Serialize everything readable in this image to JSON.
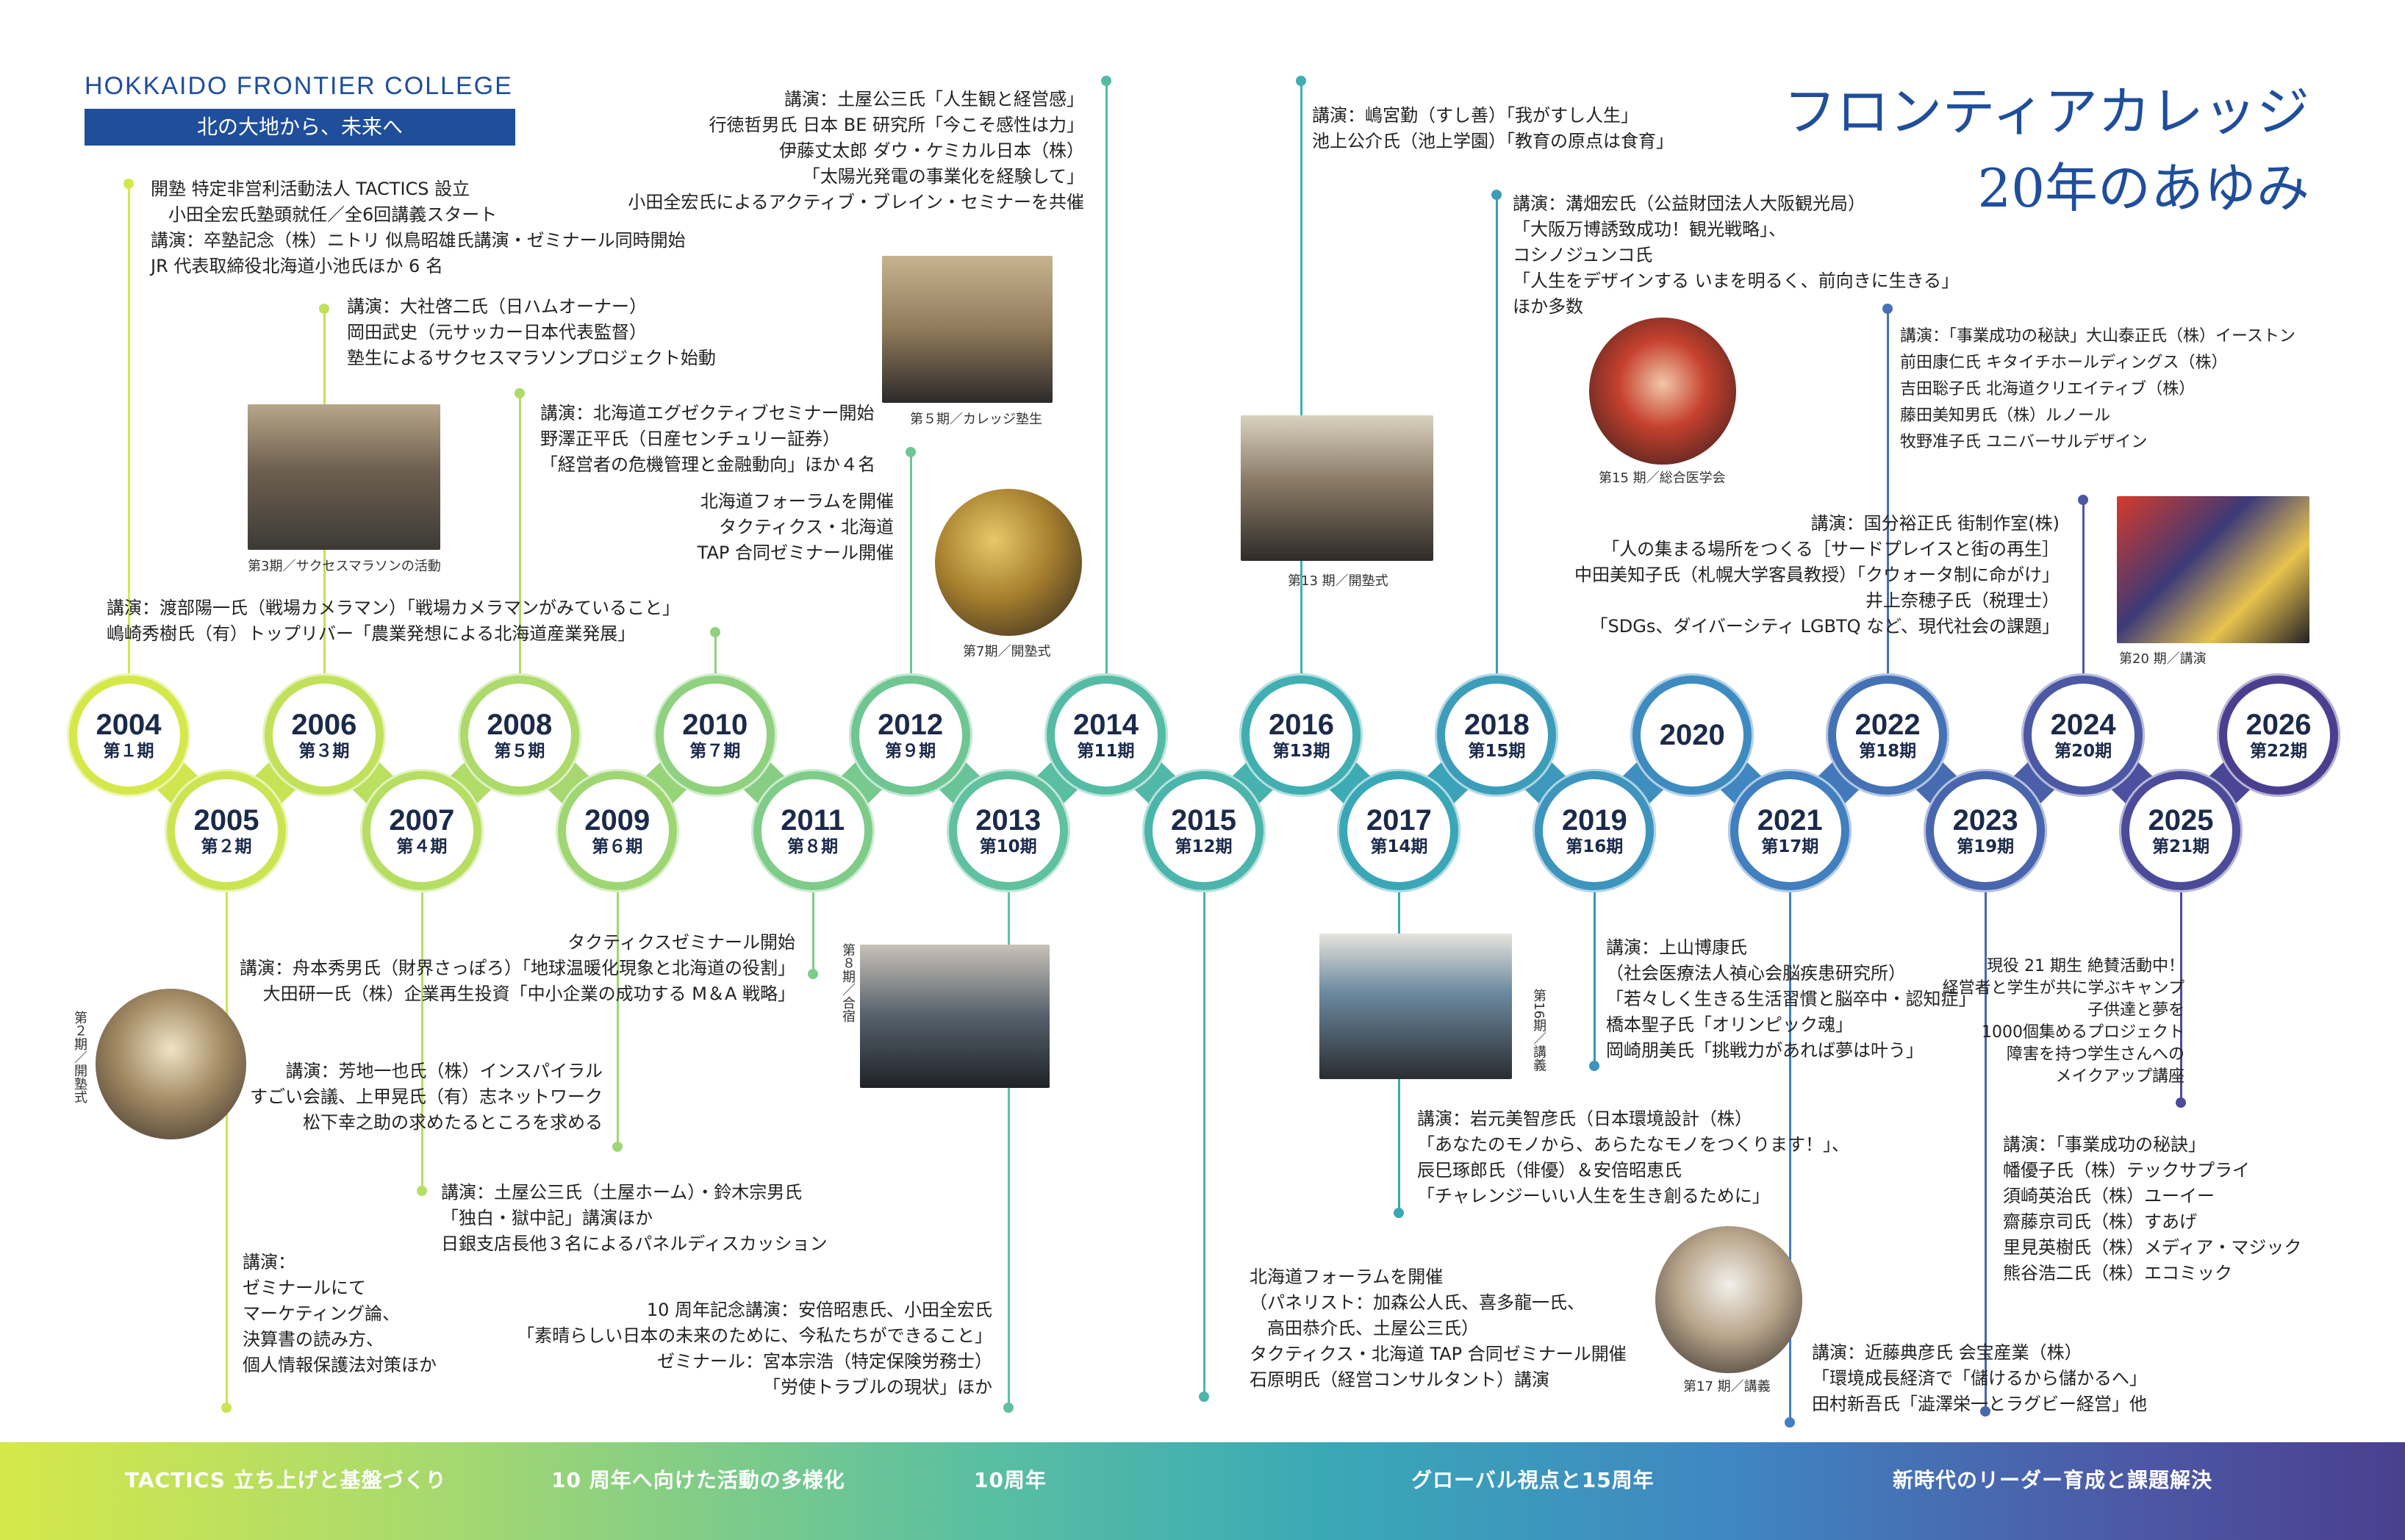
{
  "brand": {
    "name": "HOKKAIDO FRONTIER COLLEGE",
    "tagline": "北の大地から、未来へ"
  },
  "title": {
    "line1": "フロンティアカレッジ",
    "line2": "20年のあゆみ"
  },
  "timeline": [
    {
      "year": "2004",
      "period": "第１期"
    },
    {
      "year": "2005",
      "period": "第２期"
    },
    {
      "year": "2006",
      "period": "第３期"
    },
    {
      "year": "2007",
      "period": "第４期"
    },
    {
      "year": "2008",
      "period": "第５期"
    },
    {
      "year": "2009",
      "period": "第６期"
    },
    {
      "year": "2010",
      "period": "第７期"
    },
    {
      "year": "2011",
      "period": "第８期"
    },
    {
      "year": "2012",
      "period": "第９期"
    },
    {
      "year": "2013",
      "period": "第10期"
    },
    {
      "year": "2014",
      "period": "第11期"
    },
    {
      "year": "2015",
      "period": "第12期"
    },
    {
      "year": "2016",
      "period": "第13期"
    },
    {
      "year": "2017",
      "period": "第14期"
    },
    {
      "year": "2018",
      "period": "第15期"
    },
    {
      "year": "2019",
      "period": "第16期"
    },
    {
      "year": "2020",
      "period": ""
    },
    {
      "year": "2021",
      "period": "第17期"
    },
    {
      "year": "2022",
      "period": "第18期"
    },
    {
      "year": "2023",
      "period": "第19期"
    },
    {
      "year": "2024",
      "period": "第20期"
    },
    {
      "year": "2025",
      "period": "第21期"
    },
    {
      "year": "2026",
      "period": "第22期"
    }
  ],
  "annotations": {
    "y2004": [
      "開塾 特定非営利活動法人 TACTICS 設立",
      "　小田全宏氏塾頭就任／全6回講義スタート",
      "講演：卒塾記念（株）ニトリ 似鳥昭雄氏講演・ゼミナール同時開始",
      "JR 代表取締役北海道小池氏ほか 6 名"
    ],
    "y2006": [
      "講演：大社啓二氏（日ハムオーナー）",
      "岡田武史（元サッカー日本代表監督）",
      "塾生によるサクセスマラソンプロジェクト始動"
    ],
    "y2008_top": [
      "講演：渡部陽一氏（戦場カメラマン）「戦場カメラマンがみていること」",
      "嶋崎秀樹氏（有）トップリバー「農業発想による北海道産業発展」"
    ],
    "y2009": [
      "講演：北海道エグゼクティブセミナー開始",
      "野澤正平氏（日産センチュリー証券）",
      "「経営者の危機管理と金融動向」ほか４名"
    ],
    "y2010": [
      "北海道フォーラムを開催",
      "タクティクス・北海道",
      "TAP 合同ゼミナール開催"
    ],
    "y2014": [
      "講演：土屋公三氏「人生観と経営感」",
      "行徳哲男氏 日本 BE 研究所「今こそ感性は力」",
      "伊藤丈太郎 ダウ・ケミカル日本（株）",
      "「太陽光発電の事業化を経験して」",
      "小田全宏氏によるアクティブ・ブレイン・セミナーを共催"
    ],
    "y2016": [
      "講演：嶋宮勤（すし善）「我がすし人生」",
      "池上公介氏（池上学園）「教育の原点は食育」"
    ],
    "y2018": [
      "講演：溝畑宏氏（公益財団法人大阪観光局）",
      "「大阪万博誘致成功！観光戦略」、",
      "コシノジュンコ氏",
      "「人生をデザインする いまを明るく、前向きに生きる」",
      "ほか多数"
    ],
    "y2022": [
      "講演：「事業成功の秘訣」大山泰正氏（株）イーストン",
      "前田康仁氏 キタイチホールディングス（株）",
      "吉田聡子氏 北海道クリエイティブ（株）",
      "藤田美知男氏（株）ルノール",
      "牧野准子氏 ユニバーサルデザイン"
    ],
    "y2024": [
      "講演：国分裕正氏 街制作室(株)",
      "「人の集まる場所をつくる［サードプレイスと街の再生］",
      "中田美知子氏（札幌大学客員教授）「クウォータ制に命がけ」",
      "井上奈穂子氏（税理士）",
      "「SDGs、ダイバーシティ LGBTQ など、現代社会の課題」"
    ],
    "y2005": [
      "講演：",
      "ゼミナールにて",
      "マーケティング論、",
      "決算書の読み方、",
      "個人情報保護法対策ほか"
    ],
    "y2007": [
      "講演：土屋公三氏（土屋ホーム）・鈴木宗男氏",
      "「独白・獄中記」講演ほか",
      "日銀支店長他３名によるパネルディスカッション"
    ],
    "y2009_b": [
      "講演：芳地一也氏（株）インスパイラル",
      "すごい会議、上甲晃氏（有）志ネットワーク",
      "松下幸之助の求めたるところを求める"
    ],
    "y2011": [
      "タクティクスゼミナール開始",
      "講演：舟本秀男氏（財界さっぽろ）「地球温暖化現象と北海道の役割」",
      "大田研一氏（株）企業再生投資「中小企業の成功する M＆A 戦略」"
    ],
    "y2013": [
      "10 周年記念講演：安倍昭恵氏、小田全宏氏",
      "「素晴らしい日本の未来のために、今私たちができること」",
      "ゼミナール：宮本宗浩（特定保険労務士）",
      "「労使トラブルの現状」ほか"
    ],
    "y2015": [
      "北海道フォーラムを開催",
      "（パネリスト：加森公人氏、喜多龍一氏、",
      "　高田恭介氏、土屋公三氏）",
      "タクティクス・北海道 TAP 合同ゼミナール開催",
      "石原明氏（経営コンサルタント）講演"
    ],
    "y2017": [
      "講演：岩元美智彦氏（日本環境設計（株）",
      "「あなたのモノから、あらたなモノをつくります！」、",
      "辰巳琢郎氏（俳優）＆安倍昭恵氏",
      "「チャレンジーいい人生を生き創るために」"
    ],
    "y2019": [
      "講演：上山博康氏",
      "（社会医療法人禎心会脳疾患研究所）",
      "「若々しく生きる生活習慣と脳卒中・認知症」",
      "橋本聖子氏「オリンピック魂」",
      "岡崎朋美氏「挑戦力があれば夢は叶う」"
    ],
    "y2021": [
      "講演：近藤典彦氏 会宝産業（株）",
      "「環境成長経済で「儲けるから儲かるへ」",
      "田村新吾氏「澁澤栄一とラグビー経営」他"
    ],
    "y2023": [
      "講演：「事業成功の秘訣」",
      "幡優子氏（株）テックサプライ",
      "須崎英治氏（株）ユーイー",
      "齋藤京司氏（株）すあげ",
      "里見英樹氏（株）メディア・マジック",
      "熊谷浩二氏（株）エコミック"
    ],
    "y2025": [
      "現役 21 期生 絶賛活動中！",
      "経営者と学生が共に学ぶキャンプ",
      "子供達と夢を",
      "1000個集めるプロジェクト",
      "障害を持つ学生さんへの",
      "メイクアップ講座"
    ]
  },
  "captions": {
    "c3": "第3期／サクセスマラソンの活動",
    "c5": "第５期／カレッジ塾生",
    "c7": "第7期／開塾式",
    "c13": "第13 期／開塾式",
    "c15": "第15 期／総合医学会",
    "c20": "第20 期／講演",
    "c2": "第２期／開塾式",
    "c8": "第８期／合宿",
    "c16": "第16期／講義",
    "c17": "第17 期／講義"
  },
  "phases": [
    "TACTICS 立ち上げと基盤づくり",
    "10 周年へ向けた活動の多様化",
    "10周年",
    "グローバル視点と15周年",
    "新時代のリーダー育成と課題解決"
  ],
  "colors": {
    "brand_blue": "#1f4e9b",
    "start_green": "#d5e84a",
    "end_purple": "#4a3f8f"
  }
}
